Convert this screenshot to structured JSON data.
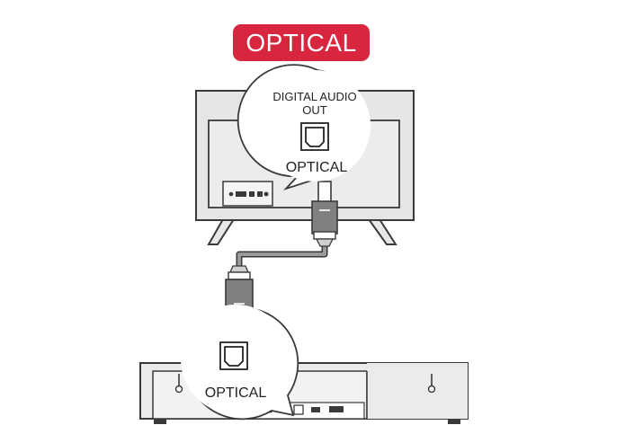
{
  "title_badge": "OPTICAL",
  "tv_callout": {
    "heading_line1": "DIGITAL AUDIO",
    "heading_line2": "OUT",
    "port_label": "OPTICAL"
  },
  "soundbar_callout": {
    "port_label": "OPTICAL"
  },
  "colors": {
    "badge": "#d7263d",
    "outline": "#3a3a3a",
    "tv_fill": "#e8e8e8",
    "cable": "#8a8a8a"
  },
  "icons": [
    "optical-port-icon",
    "hdmi-port-icon",
    "usb-port-icon",
    "audio-jack-icon"
  ]
}
